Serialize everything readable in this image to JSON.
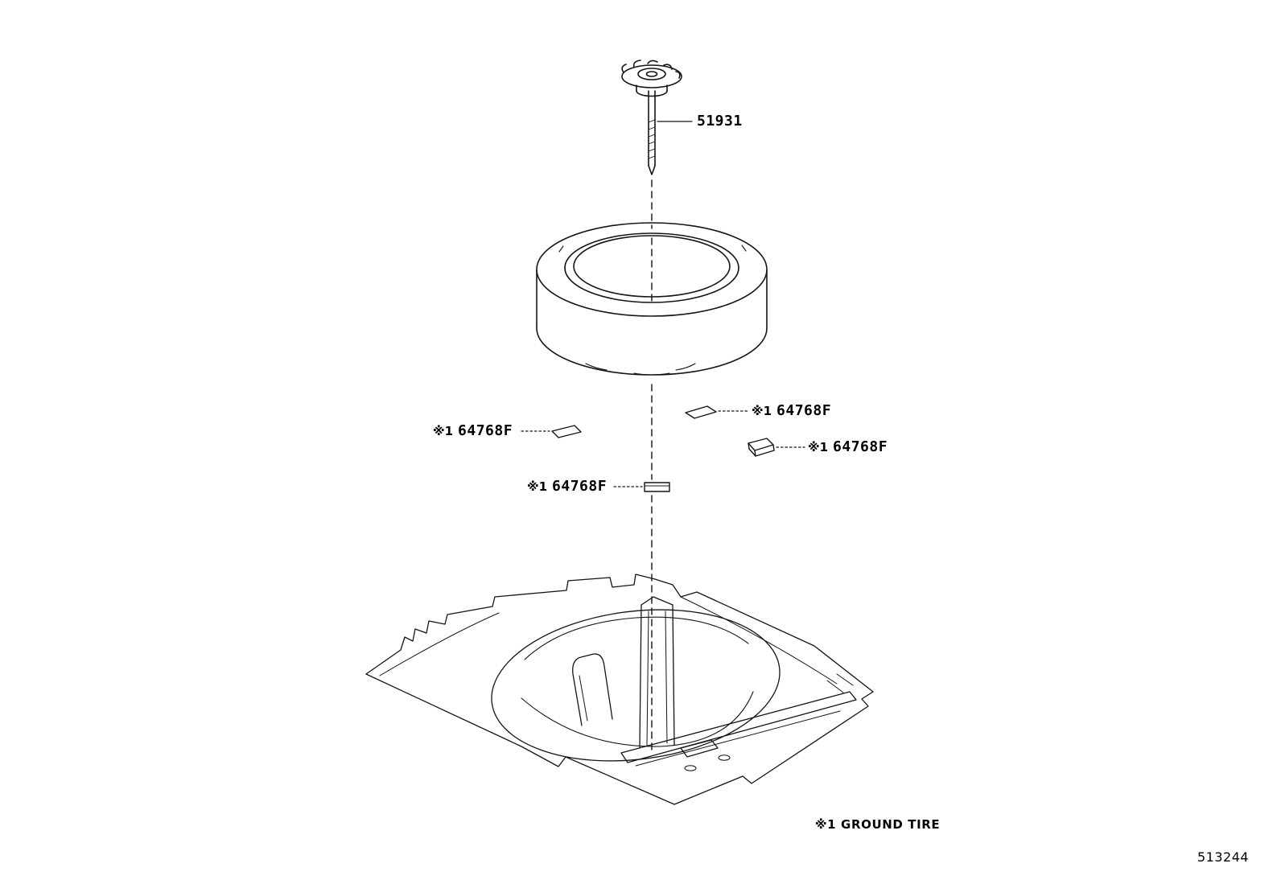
{
  "diagram": {
    "footnote": "※1 GROUND TIRE",
    "code": "513244",
    "callouts": {
      "bolt": {
        "number": "51931"
      },
      "pad_top": {
        "prefix": "※1",
        "number": "64768F"
      },
      "pad_left": {
        "prefix": "※1",
        "number": "64768F"
      },
      "pad_right": {
        "prefix": "※1",
        "number": "64768F"
      },
      "pad_center": {
        "prefix": "※1",
        "number": "64768F"
      }
    }
  }
}
